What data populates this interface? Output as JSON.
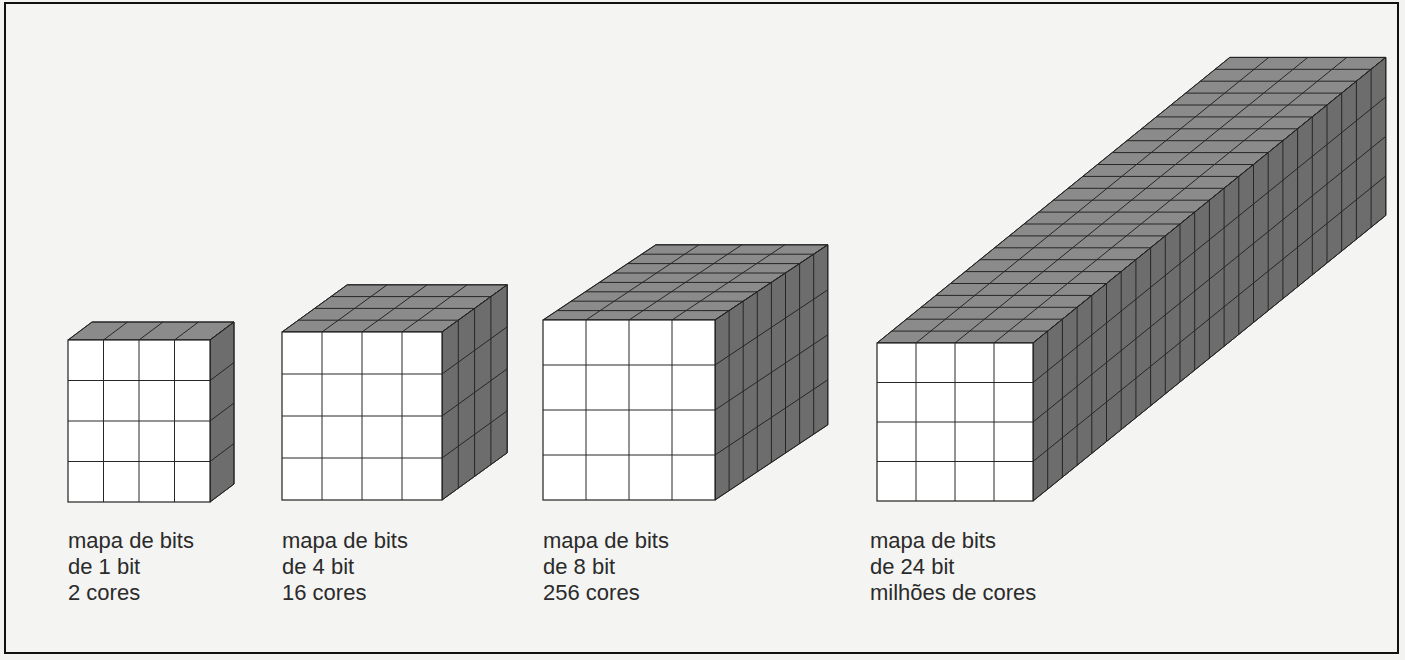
{
  "diagram": {
    "labels": [
      "mapa de bits de 1 bit 2 cores",
      "mapa de bits de 4 bit 16 cores",
      "mapa de bits de 8 bit 256 cores",
      "mapa de bits de 24 bit milhões de cores"
    ]
  }
}
